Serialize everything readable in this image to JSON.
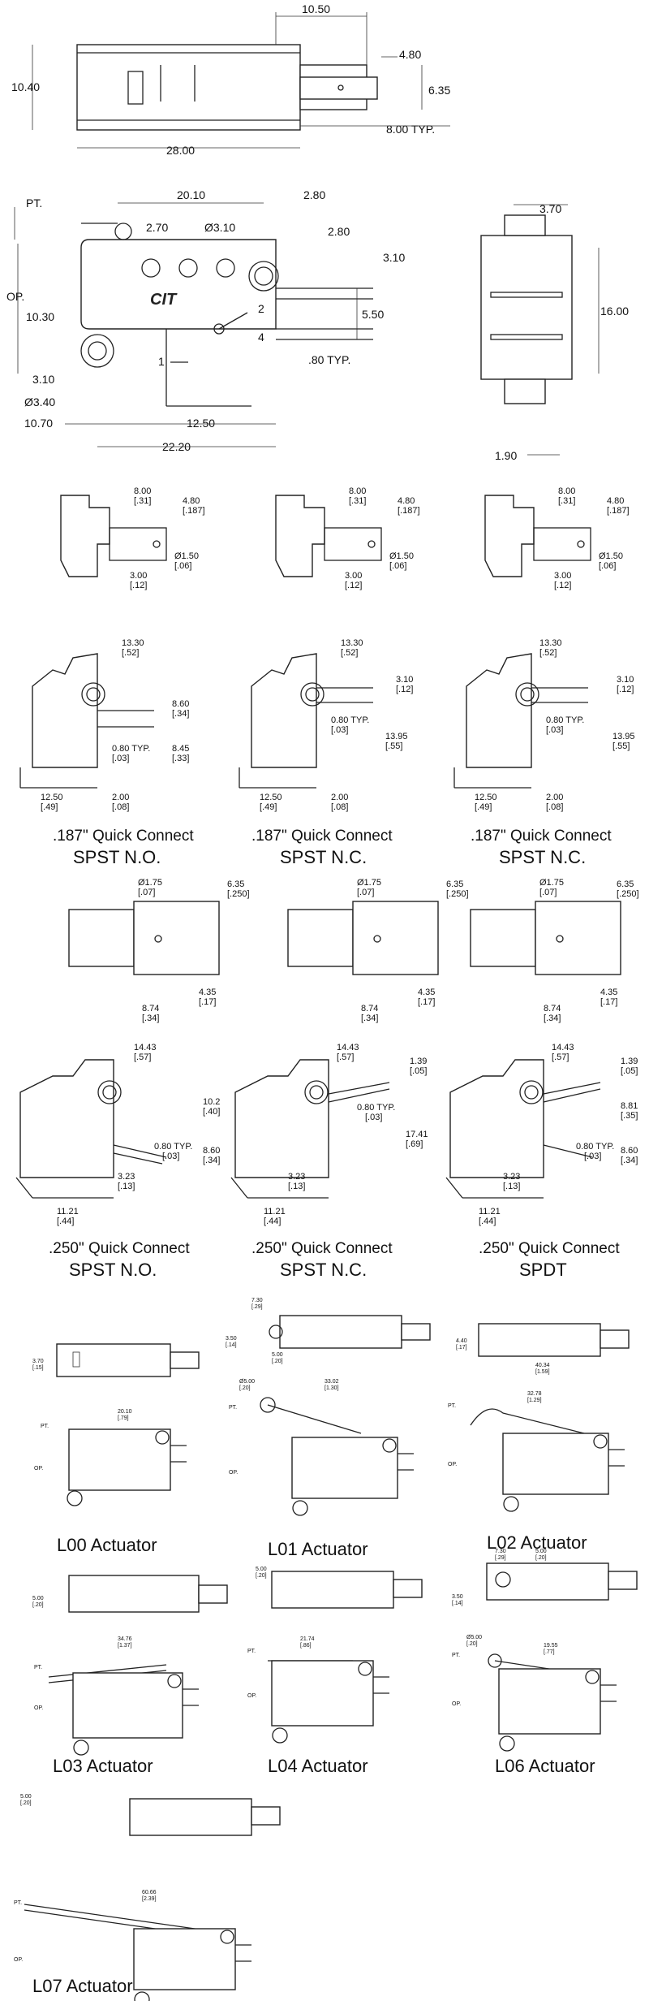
{
  "top_side": {
    "dims": [
      "10.50",
      "4.80",
      "10.40",
      "6.35",
      "8.00 TYP.",
      "28.00"
    ]
  },
  "top_front": {
    "dims": [
      "PT.",
      "20.10",
      "2.80",
      "2.70",
      "Ø3.10",
      "2.80",
      "3.10",
      "OP.",
      "10.30",
      "5.50",
      ".80 TYP.",
      "3.10",
      "Ø3.40",
      "10.70",
      "12.50",
      "22.20"
    ],
    "pins": [
      "2",
      "4",
      "1"
    ],
    "logo": "CIT"
  },
  "top_end": {
    "dims": [
      "3.70",
      "16.00",
      "1.90"
    ]
  },
  "terminal_detail_187": {
    "dims": [
      "8.00",
      "[.31]",
      "4.80",
      "[.187]",
      "Ø1.50",
      "[.06]",
      "3.00",
      "[.12]"
    ]
  },
  "qc187": [
    {
      "caption1": ".187\" Quick Connect",
      "caption2": "SPST N.O.",
      "dims": [
        "13.30",
        "[.52]",
        "8.60",
        "[.34]",
        "0.80 TYP.",
        "[.03]",
        "8.45",
        "[.33]",
        "12.50",
        "[.49]",
        "2.00",
        "[.08]"
      ]
    },
    {
      "caption1": ".187\" Quick Connect",
      "caption2": "SPST N.C.",
      "dims": [
        "13.30",
        "[.52]",
        "3.10",
        "[.12]",
        "0.80 TYP.",
        "[.03]",
        "13.95",
        "[.55]",
        "12.50",
        "[.49]",
        "2.00",
        "[.08]"
      ]
    },
    {
      "caption1": ".187\" Quick Connect",
      "caption2": "SPST N.C.",
      "dims": [
        "13.30",
        "[.52]",
        "3.10",
        "[.12]",
        "0.80 TYP.",
        "[.03]",
        "13.95",
        "[.55]",
        "12.50",
        "[.49]",
        "2.00",
        "[.08]"
      ]
    }
  ],
  "terminal_detail_250": {
    "dims": [
      "Ø1.75",
      "[.07]",
      "6.35",
      "[.250]",
      "4.35",
      "[.17]",
      "8.74",
      "[.34]"
    ]
  },
  "qc250": [
    {
      "caption1": ".250\" Quick Connect",
      "caption2": "SPST N.O.",
      "dims": [
        "14.43",
        "[.57]",
        "10.2",
        "[.40]",
        "0.80 TYP.",
        "[.03]",
        "8.60",
        "[.34]",
        "3.23",
        "[.13]",
        "11.21",
        "[.44]"
      ]
    },
    {
      "caption1": ".250\" Quick Connect",
      "caption2": "SPST N.C.",
      "dims": [
        "14.43",
        "[.57]",
        "1.39",
        "[.05]",
        "0.80 TYP.",
        "[.03]",
        "17.41",
        "[.69]",
        "3.23",
        "[.13]",
        "11.21",
        "[.44]"
      ]
    },
    {
      "caption1": ".250\" Quick Connect",
      "caption2": "SPDT",
      "dims": [
        "14.43",
        "[.57]",
        "1.39",
        "[.05]",
        "8.81",
        "[.35]",
        "0.80 TYP.",
        "[.03]",
        "8.60",
        "[.34]",
        "3.23",
        "[.13]",
        "11.21",
        "[.44]"
      ]
    }
  ],
  "actuators": [
    {
      "label": "L00 Actuator",
      "dims": [
        "3.70",
        "[.15]",
        "20.10",
        "[.79]",
        "PT.",
        "OP."
      ]
    },
    {
      "label": "L01 Actuator",
      "dims": [
        "7.30",
        "[.29]",
        "3.50",
        "[.14]",
        "5.00",
        "[.20]",
        "Ø5.00",
        "[.20]",
        "33.02",
        "[1.30]",
        "PT.",
        "OP."
      ]
    },
    {
      "label": "L02 Actuator",
      "dims": [
        "4.40",
        "[.17]",
        "40.34",
        "[1.59]",
        "32.78",
        "[1.29]",
        "PT.",
        "OP."
      ]
    },
    {
      "label": "L03 Actuator",
      "dims": [
        "5.00",
        "[.20]",
        "34.76",
        "[1.37]",
        "PT.",
        "OP."
      ]
    },
    {
      "label": "L04 Actuator",
      "dims": [
        "5.00",
        "[.20]",
        "21.74",
        "[.86]",
        "PT.",
        "OP."
      ]
    },
    {
      "label": "L06 Actuator",
      "dims": [
        "7.30",
        "[.29]",
        "5.00",
        "[.20]",
        "3.50",
        "[.14]",
        "Ø5.00",
        "[.20]",
        "19.55",
        "[.77]",
        "PT.",
        "OP."
      ]
    },
    {
      "label": "L07 Actuator",
      "dims": [
        "5.00",
        "[.20]",
        "60.66",
        "[2.39]",
        "PT.",
        "OP."
      ]
    }
  ]
}
